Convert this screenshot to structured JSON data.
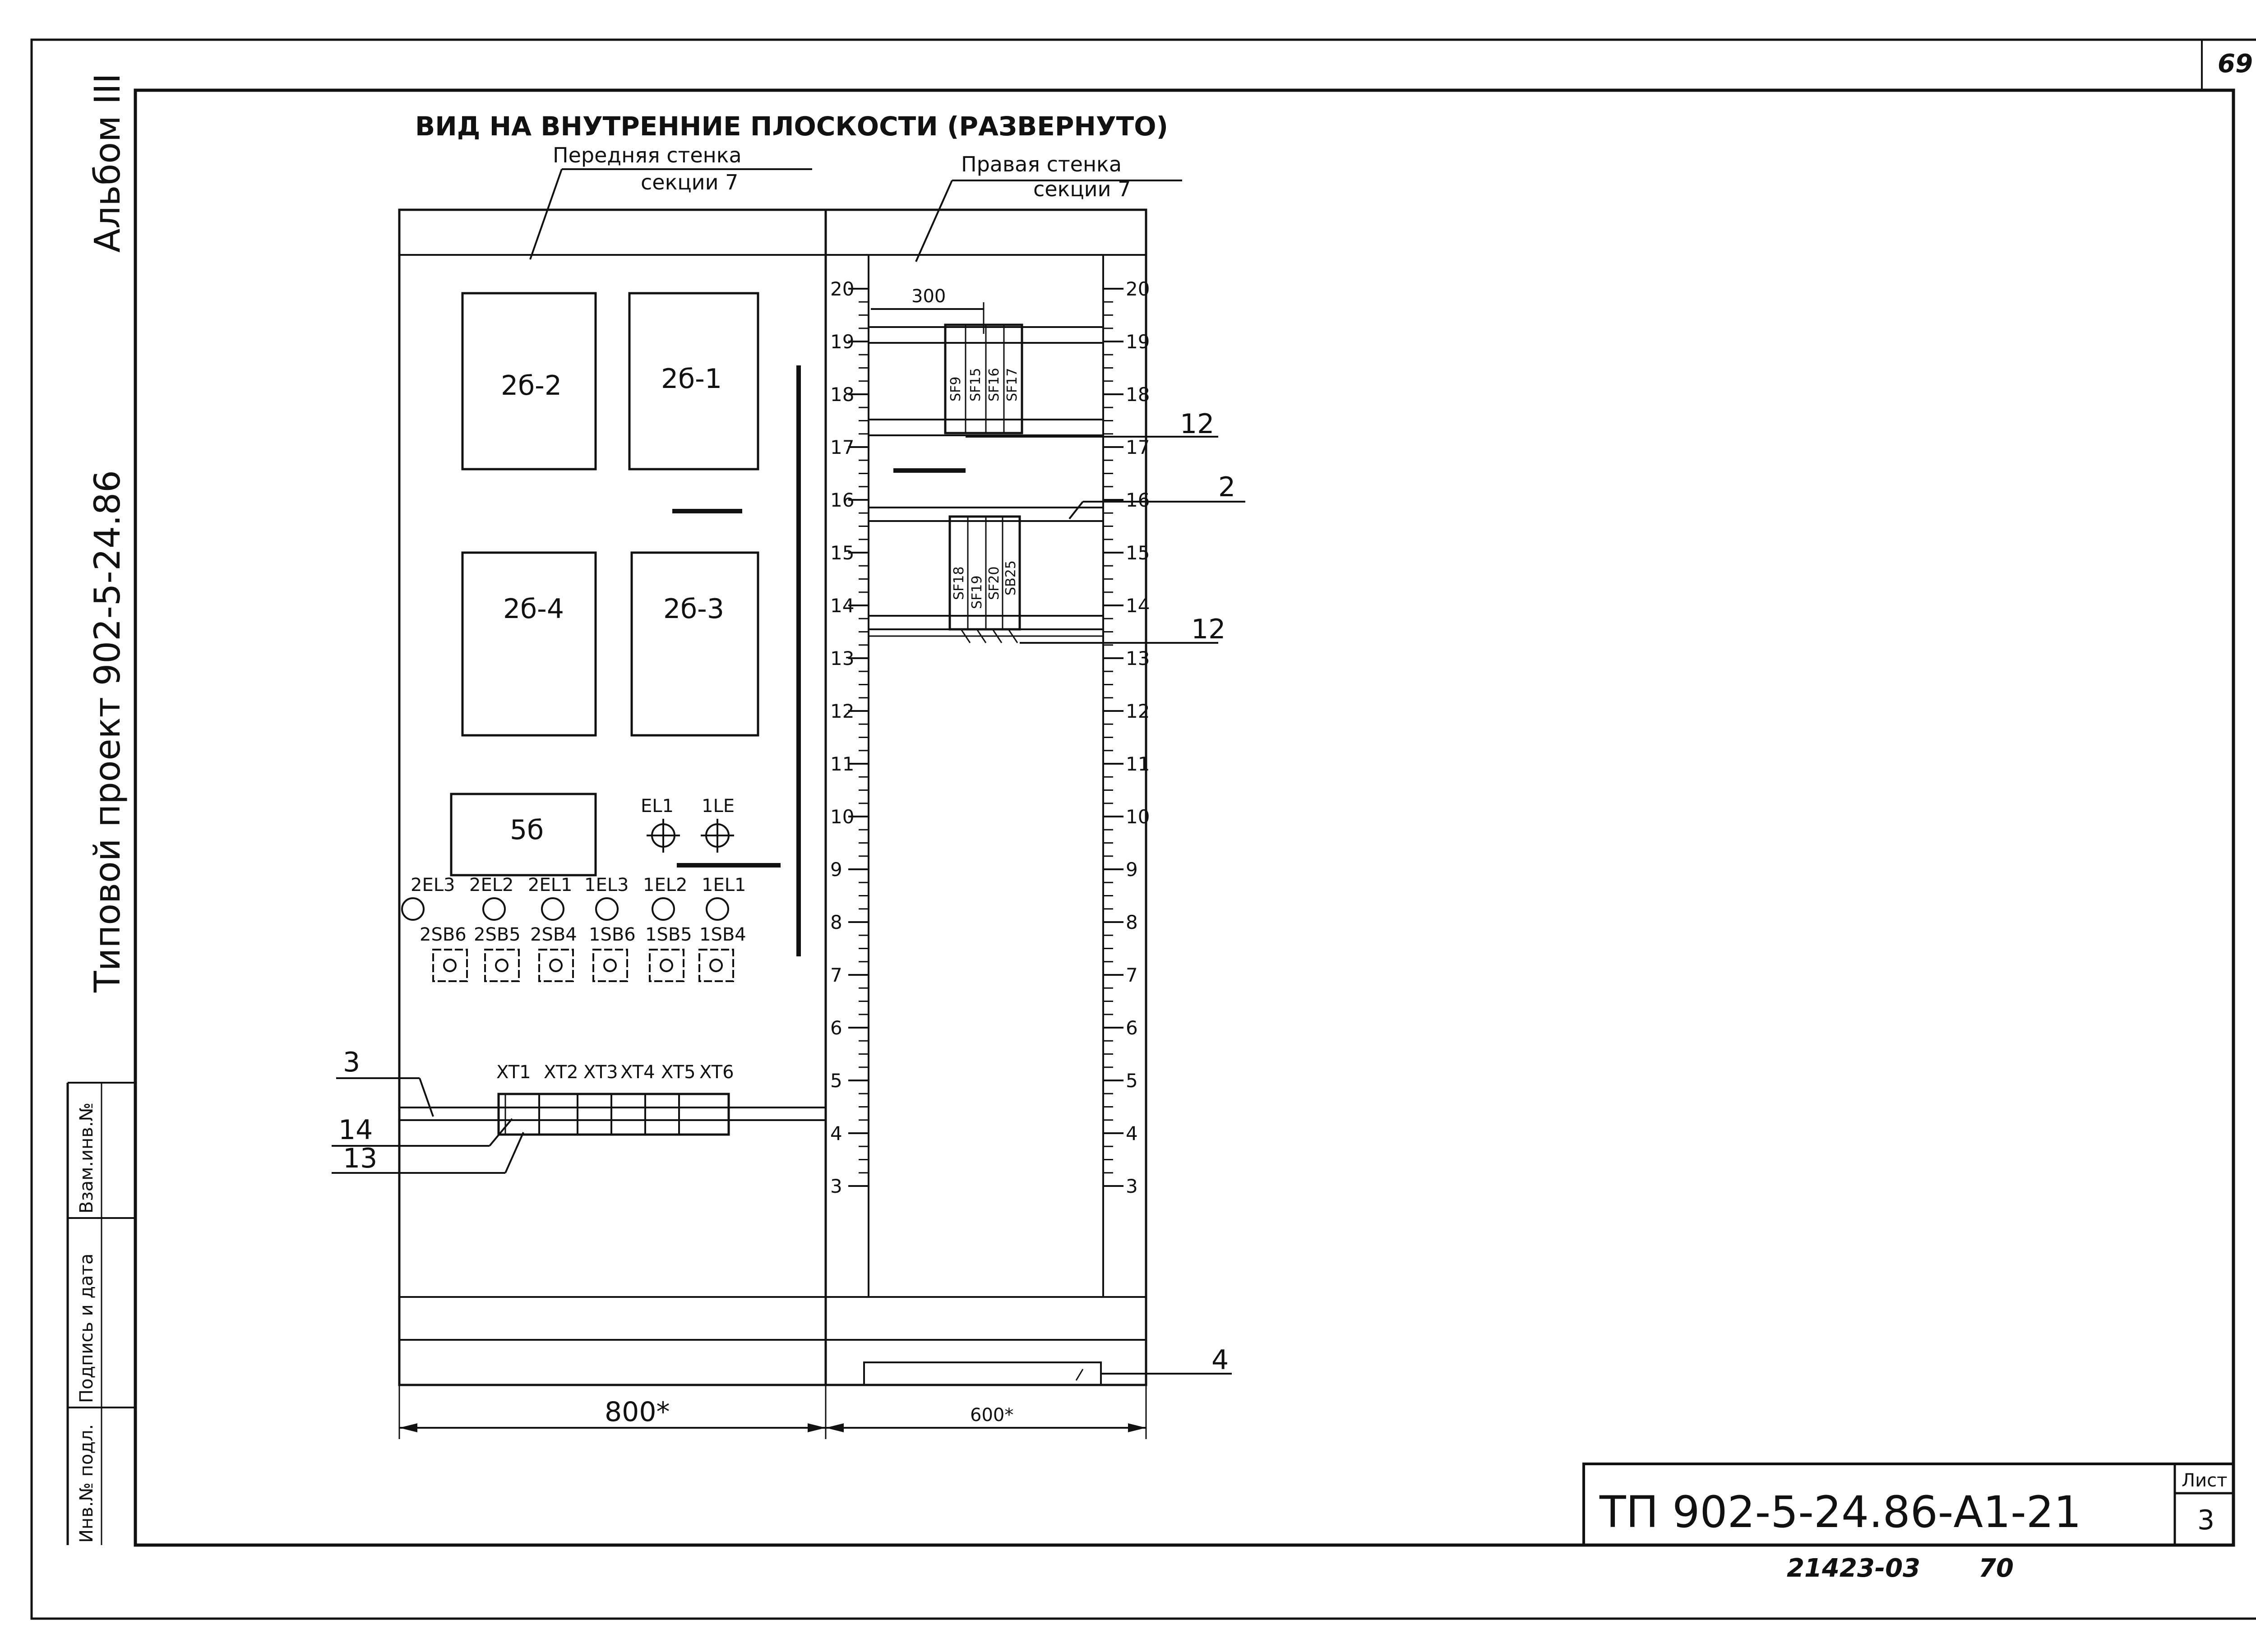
{
  "page_number": "69",
  "heading": "ВИД НА ВНУТРЕННИЕ ПЛОСКОСТИ (РАЗВЕРНУТО)",
  "front_wall_label": [
    "Передняя стенка",
    "секции 7"
  ],
  "right_wall_label": [
    "Правая стенка",
    "секции 7"
  ],
  "front_blocks": [
    "2б-2",
    "2б-1",
    "2б-4",
    "2б-3",
    "5б"
  ],
  "lamp_labels": [
    "EL1",
    "1LE"
  ],
  "indicator_labels": [
    "2EL3",
    "2EL2",
    "2EL1",
    "1EL3",
    "1EL2",
    "1EL1"
  ],
  "button_labels": [
    "2SB6",
    "2SB5",
    "2SB4",
    "1SB6",
    "1SB5",
    "1SB4"
  ],
  "terminal_labels": [
    "XT1",
    "XT2",
    "XT3",
    "XT4",
    "XT5",
    "XT6"
  ],
  "dim_300": "300",
  "ruler_ticks": [
    "20",
    "19",
    "18",
    "17",
    "16",
    "15",
    "14",
    "13",
    "12",
    "11",
    "10",
    "9",
    "8",
    "7",
    "6",
    "5",
    "4",
    "3"
  ],
  "breakers_top": [
    "SF9",
    "SF15",
    "SF16",
    "SF17"
  ],
  "breakers_bottom": [
    "SF18",
    "SF19",
    "SF20",
    "SB25"
  ],
  "callouts": {
    "c12a": "12",
    "c2": "2",
    "c12b": "12",
    "c3": "3",
    "c14": "14",
    "c13": "13",
    "c4": "4"
  },
  "dim_front": "800*",
  "dim_right": "600*",
  "side_album": "Альбом III",
  "side_project": "Типовой проект 902-5-24.86",
  "stamp_cells": [
    "Инв.№ подл.",
    "Подпись и дата",
    "Взам.инв.№"
  ],
  "doc_code": "ТП 902-5-24.86-А1-21",
  "sheet_label": "Лист",
  "sheet_number": "3",
  "footer_note": [
    "21423-03",
    "70"
  ]
}
